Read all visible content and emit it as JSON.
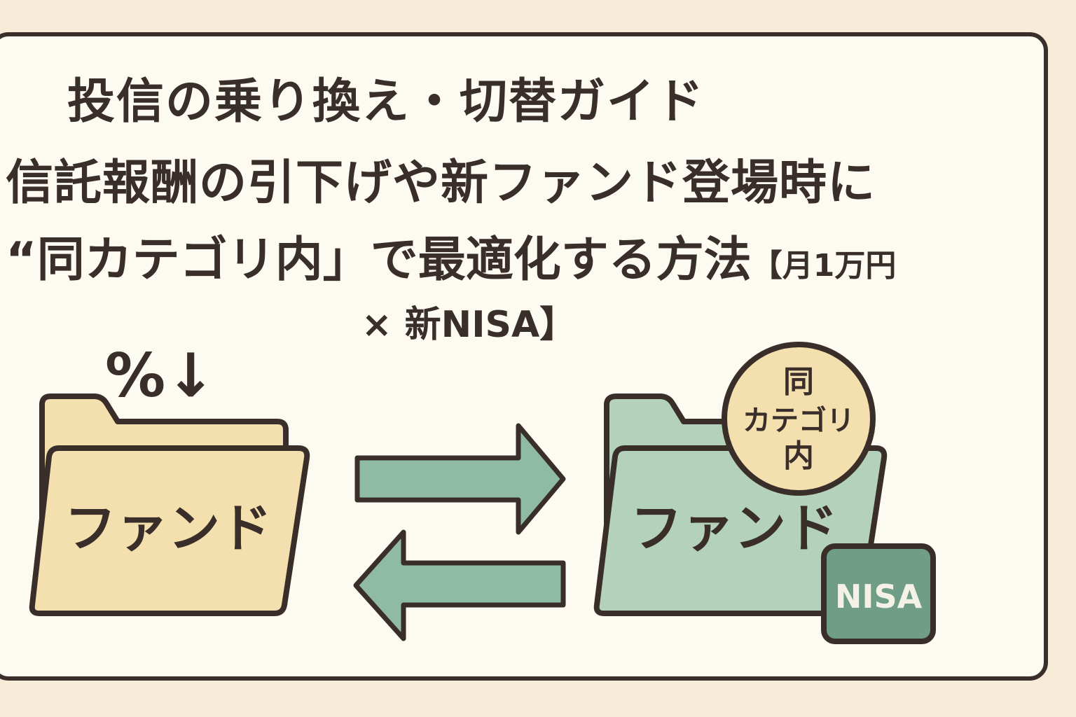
{
  "title": {
    "line1": "投信の乗り換え・切替ガイド",
    "line2": "信託報酬の引下げや新ファンド登場時に",
    "line3": "“同カテゴリ内」で最適化する方法",
    "line3_tail": "【月1万円",
    "line4": "× 新NISA】"
  },
  "left_folder": {
    "label": "ファンド",
    "badge": "%↓"
  },
  "right_folder": {
    "label": "ファンド",
    "circle_line1": "同",
    "circle_line2": "カテゴリ",
    "circle_line3": "内",
    "tag": "NISA"
  },
  "colors": {
    "outline": "#3a2e2a",
    "left_folder_fill": "#f4dfae",
    "right_folder_fill": "#b3d1bb",
    "arrow_fill": "#8fbba6",
    "circle_fill": "#f4dfae",
    "nisa_tag_fill": "#6f9d88",
    "nisa_text": "#f4f2e6"
  },
  "icons": {
    "arrow_right": "arrow-right-icon",
    "arrow_left": "arrow-left-icon",
    "folder": "folder-icon"
  }
}
